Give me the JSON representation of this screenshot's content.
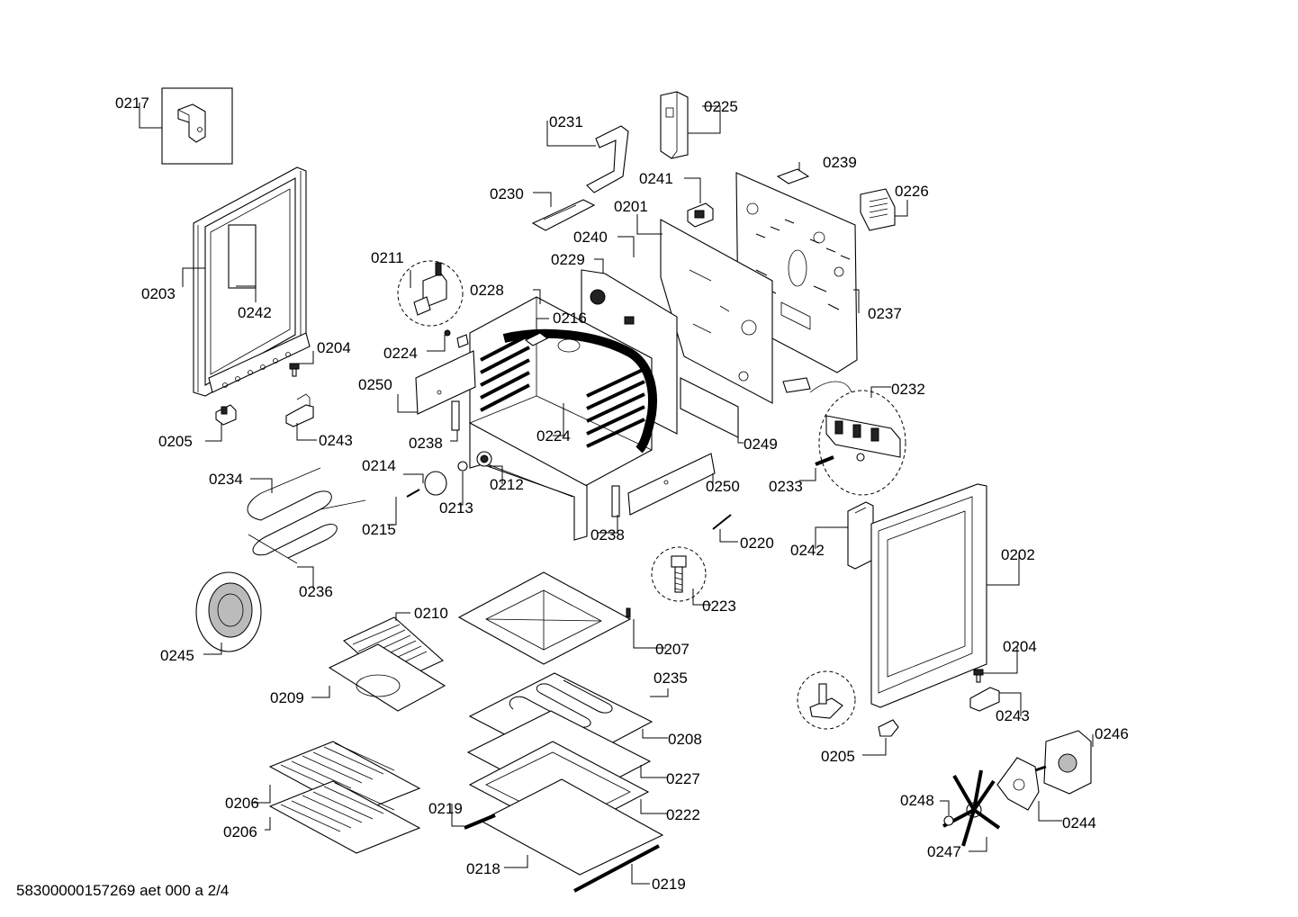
{
  "diagram": {
    "document_reference": "58300000157269 aet 000 a 2/4",
    "part_labels": {
      "p0201": "0201",
      "p0202": "0202",
      "p0203": "0203",
      "p0204a": "0204",
      "p0204b": "0204",
      "p0205a": "0205",
      "p0205b": "0205",
      "p0206a": "0206",
      "p0206b": "0206",
      "p0207": "0207",
      "p0208": "0208",
      "p0209": "0209",
      "p0210": "0210",
      "p0211": "0211",
      "p0212": "0212",
      "p0213": "0213",
      "p0214": "0214",
      "p0215": "0215",
      "p0216": "0216",
      "p0217": "0217",
      "p0218": "0218",
      "p0219a": "0219",
      "p0219b": "0219",
      "p0220": "0220",
      "p0222": "0222",
      "p0223": "0223",
      "p0224a": "0224",
      "p0224b": "0224",
      "p0225": "0225",
      "p0226": "0226",
      "p0227": "0227",
      "p0228": "0228",
      "p0229": "0229",
      "p0230": "0230",
      "p0231": "0231",
      "p0232": "0232",
      "p0233": "0233",
      "p0234": "0234",
      "p0235": "0235",
      "p0236": "0236",
      "p0237": "0237",
      "p0238a": "0238",
      "p0238b": "0238",
      "p0239": "0239",
      "p0240": "0240",
      "p0241": "0241",
      "p0242a": "0242",
      "p0242b": "0242",
      "p0243a": "0243",
      "p0243b": "0243",
      "p0244": "0244",
      "p0245": "0245",
      "p0246": "0246",
      "p0247": "0247",
      "p0248": "0248",
      "p0249": "0249",
      "p0250a": "0250",
      "p0250b": "0250"
    }
  }
}
